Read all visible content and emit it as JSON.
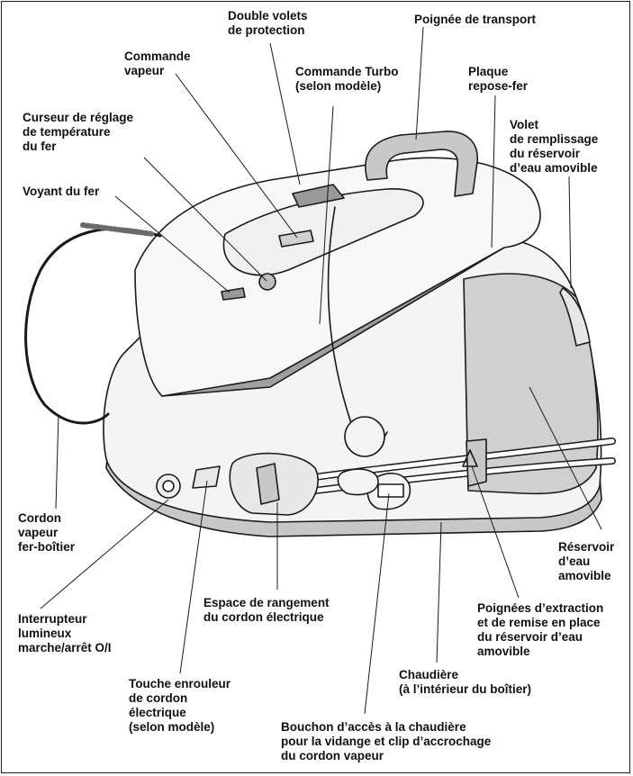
{
  "labels": {
    "double_volets": [
      "Double volets",
      "de protection"
    ],
    "poignee_transport": [
      "Poignée de transport"
    ],
    "commande_vapeur": [
      "Commande",
      "vapeur"
    ],
    "commande_turbo": [
      "Commande Turbo",
      "(selon modèle)"
    ],
    "plaque_repose_fer": [
      "Plaque",
      "repose-fer"
    ],
    "curseur_temperature": [
      "Curseur de réglage",
      "de température",
      "du fer"
    ],
    "volet_remplissage": [
      "Volet",
      "de remplissage",
      "du réservoir",
      "d’eau amovible"
    ],
    "voyant_fer": [
      "Voyant du fer"
    ],
    "cordon_vapeur": [
      "Cordon",
      "vapeur",
      "fer-boîtier"
    ],
    "reservoir_eau": [
      "Réservoir",
      "d’eau",
      "amovible"
    ],
    "interrupteur": [
      "Interrupteur",
      "lumineux",
      "marche/arrêt O/I"
    ],
    "espace_rangement": [
      "Espace de rangement",
      "du cordon électrique"
    ],
    "poignees_extraction": [
      "Poignées d’extraction",
      "et de remise en place",
      "du réservoir d’eau",
      "amovible"
    ],
    "chaudiere": [
      "Chaudière",
      "(à l’intérieur du boîtier)"
    ],
    "touche_enrouleur": [
      "Touche enrouleur",
      "de cordon",
      "électrique",
      "(selon modèle)"
    ],
    "bouchon_acces": [
      "Bouchon d’accès à la chaudière",
      "pour la vidange et clip d’accrochage",
      "du cordon vapeur"
    ]
  },
  "colors": {
    "outline": "#1a1a1a",
    "body_fill": "#f4f4f4",
    "shade_fill": "#c8c8c8",
    "dark_fill": "#9a9a9a"
  }
}
